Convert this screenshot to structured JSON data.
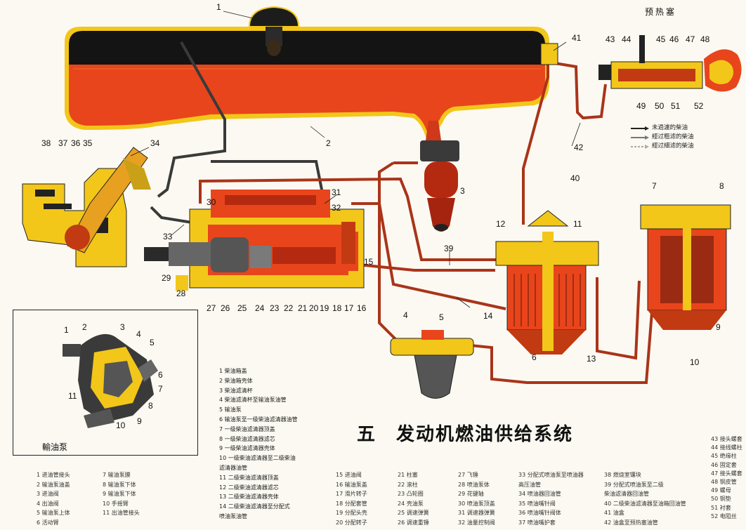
{
  "title": {
    "prefix": "五",
    "main": "发动机燃油供给系统"
  },
  "top_label": "预热塞",
  "inset_title": "輸油泵",
  "legend": [
    {
      "label": "未過濾的柴油",
      "icon": "dark-arrow-line"
    },
    {
      "label": "經过粗滤的柴油",
      "icon": "medium-arrow-line"
    },
    {
      "label": "經过細滤的柴油",
      "icon": "light-arrow-line"
    }
  ],
  "colors": {
    "fuel": "#e8451c",
    "dark_fuel": "#b32a10",
    "yellow": "#f2c71a",
    "black": "#141414",
    "pipe": "#a9341a",
    "pipe_dark": "#3a3a3a"
  },
  "callouts": {
    "main": [
      "1",
      "2",
      "3",
      "4",
      "5",
      "6",
      "7",
      "8",
      "9",
      "10",
      "11",
      "12",
      "13",
      "14",
      "15",
      "16",
      "17",
      "18",
      "19",
      "20",
      "21",
      "22",
      "23",
      "24",
      "25",
      "26",
      "27",
      "28",
      "29",
      "30",
      "31",
      "32",
      "33",
      "34",
      "35",
      "36",
      "37",
      "38",
      "39",
      "40",
      "41",
      "42",
      "43",
      "44",
      "45",
      "46",
      "47",
      "48",
      "49",
      "50",
      "51",
      "52"
    ],
    "inset": [
      "1",
      "2",
      "3",
      "4",
      "5",
      "6",
      "7",
      "8",
      "9",
      "10",
      "11"
    ]
  },
  "parts_main": [
    "1  柴油箱盖",
    "2  柴油箱壳体",
    "3  柴油滤清杯",
    "4  柴油滤清杯至输油泵油管",
    "5  输油泵",
    "6  输油泵至一级柴油滤清器油管",
    "7  一级柴油滤清器顶盖",
    "8  一级柴油滤清器滤芯",
    "9  一级柴油滤清器壳体",
    "10  一级柴油滤清器至二级柴油",
    "    滤清器油管",
    "11  二级柴油滤清器顶盖",
    "12  二级柴油滤清器滤芯",
    "13  二级柴油滤清器壳体",
    "14  二级柴油滤清器至分配式",
    "    喷油泵油管"
  ],
  "pump_parts": [
    "1  进油管接头",
    "2  输油泵油盖",
    "3  进油阀",
    "4  出油阀",
    "5  输油泵上体",
    "6  活动臂",
    "7  输油泵膜",
    "8  输油泵下体",
    "9  输油泵下体",
    "10  手摇臂",
    "11  出油管接头"
  ],
  "col3": [
    "15  进油阀",
    "16  输油泵盖",
    "17  滑片转子",
    "18  分配套管",
    "19  分配头壳",
    "20  分配转子"
  ],
  "col4": [
    "21  柱塞",
    "22  滚柱",
    "23  凸轮圈",
    "24  壳油泵",
    "25  调速弹簧",
    "26  调速重锤"
  ],
  "col5": [
    "27  飞锤",
    "28  喷油泵体",
    "29  花键轴",
    "30  喷油泵顶盖",
    "31  调速器弹簧",
    "32  油量控制阀"
  ],
  "col6": [
    "33  分配式喷油泵至喷油器",
    "    高压油管",
    "34  喷油器回油管",
    "35  喷油嘴针阀",
    "36  喷油嘴针阀体",
    "37  喷油嘴护套"
  ],
  "col7": [
    "38  燃烧室镶块",
    "39  分配式喷油泵至二级",
    "    柴油滤清器回油管",
    "40  二级柴油滤清器至油箱回油管",
    "41  油盒",
    "42  油盒至预热塞油管"
  ],
  "right_edge": [
    "43  接头螺套",
    "44  接线螺柱",
    "45  绝缘柱",
    "46  固定套",
    "47  接头螺套",
    "48  铜皮管",
    "49  螺母",
    "50  铜垫",
    "51  衬套",
    "52  电阻丝"
  ]
}
